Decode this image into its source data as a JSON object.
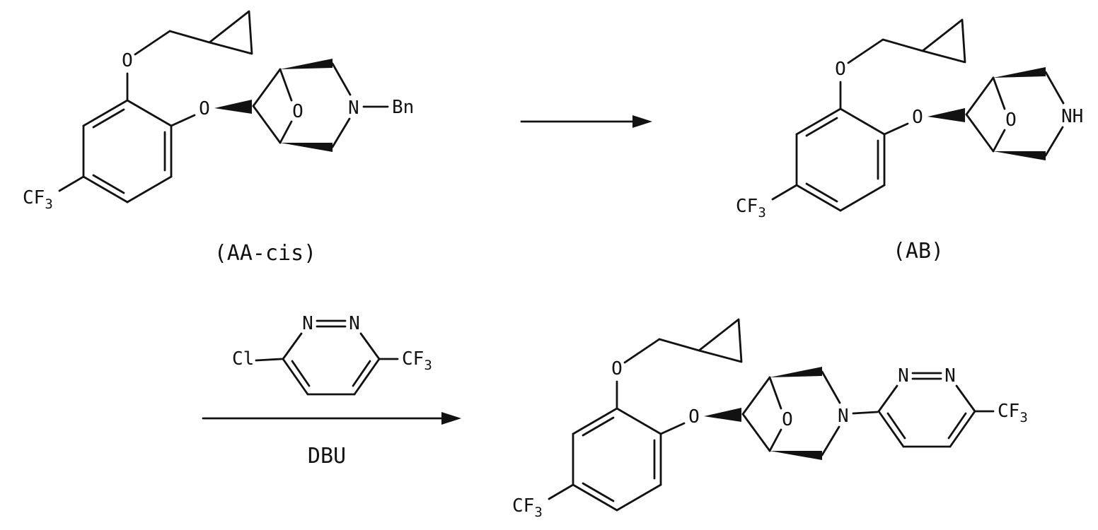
{
  "colors": {
    "background": "#ffffff",
    "ink": "#121212"
  },
  "labels": {
    "reactant1": "(AA-cis)",
    "product1": "(AB)",
    "reagent_base": "DBU"
  },
  "atoms": {
    "oxygen": "O",
    "nitrogen": "N",
    "nh": "NH",
    "benzyl": "Bn",
    "chlorine": "Cl",
    "cf": "CF",
    "sub3": "3"
  }
}
